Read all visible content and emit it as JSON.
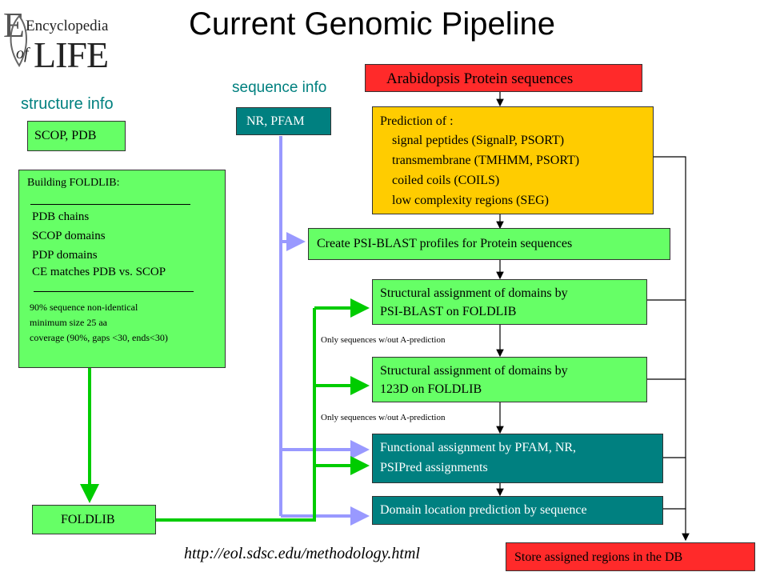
{
  "logo": {
    "top": "Encyclopedia",
    "of": "of",
    "big": "LIFE",
    "initial": "E"
  },
  "title": "Current Genomic Pipeline",
  "labels": {
    "sequence_info": "sequence info",
    "structure_info": "structure info",
    "url": "http://eol.sdsc.edu/methodology.html",
    "only1": "Only sequences w/out A-prediction",
    "only2": "Only sequences w/out A-prediction"
  },
  "boxes": {
    "arabidopsis": "Arabidopsis Protein sequences",
    "nr_pfam": "NR, PFAM",
    "scop_pdb": "SCOP, PDB",
    "prediction": {
      "title": "Prediction of :",
      "items": [
        "signal peptides (SignalP, PSORT)",
        "transmembrane (TMHMM, PSORT)",
        "coiled coils (COILS)",
        "low complexity regions (SEG)"
      ]
    },
    "foldlib_build": {
      "title": "Building FOLDLIB:",
      "items": [
        "PDB chains",
        "SCOP domains",
        "PDP domains",
        "CE matches PDB vs. SCOP"
      ],
      "criteria": [
        "90% sequence non-identical",
        "minimum size 25 aa",
        "coverage (90%, gaps <30, ends<30)"
      ]
    },
    "psi_profiles": "Create PSI-BLAST profiles for Protein sequences",
    "struct_psi": [
      "Structural assignment of domains by",
      "PSI-BLAST on FOLDLIB"
    ],
    "struct_123d": [
      "Structural assignment of domains by",
      "123D on FOLDLIB"
    ],
    "functional": [
      "Functional assignment by PFAM, NR,",
      "PSIPred assignments"
    ],
    "domain_loc": "Domain location prediction by sequence",
    "foldlib": "FOLDLIB",
    "store": "Store assigned regions in the DB"
  },
  "colors": {
    "green": "#66ff66",
    "teal": "#008080",
    "red": "#ff2a2a",
    "orange": "#ffcc00",
    "lavender": "#9999ff",
    "bright_green": "#00cc00"
  }
}
